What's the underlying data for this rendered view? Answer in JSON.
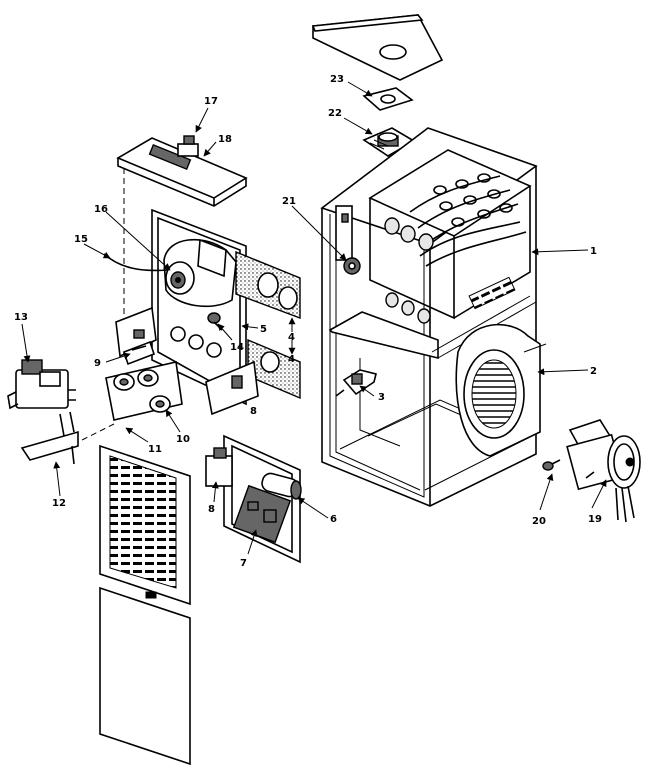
{
  "diagram": {
    "callouts": [
      "1",
      "2",
      "3",
      "4",
      "4",
      "5",
      "6",
      "7",
      "8",
      "8",
      "9",
      "10",
      "11",
      "12",
      "13",
      "14",
      "15",
      "16",
      "17",
      "18",
      "19",
      "20",
      "21",
      "22",
      "23"
    ]
  }
}
